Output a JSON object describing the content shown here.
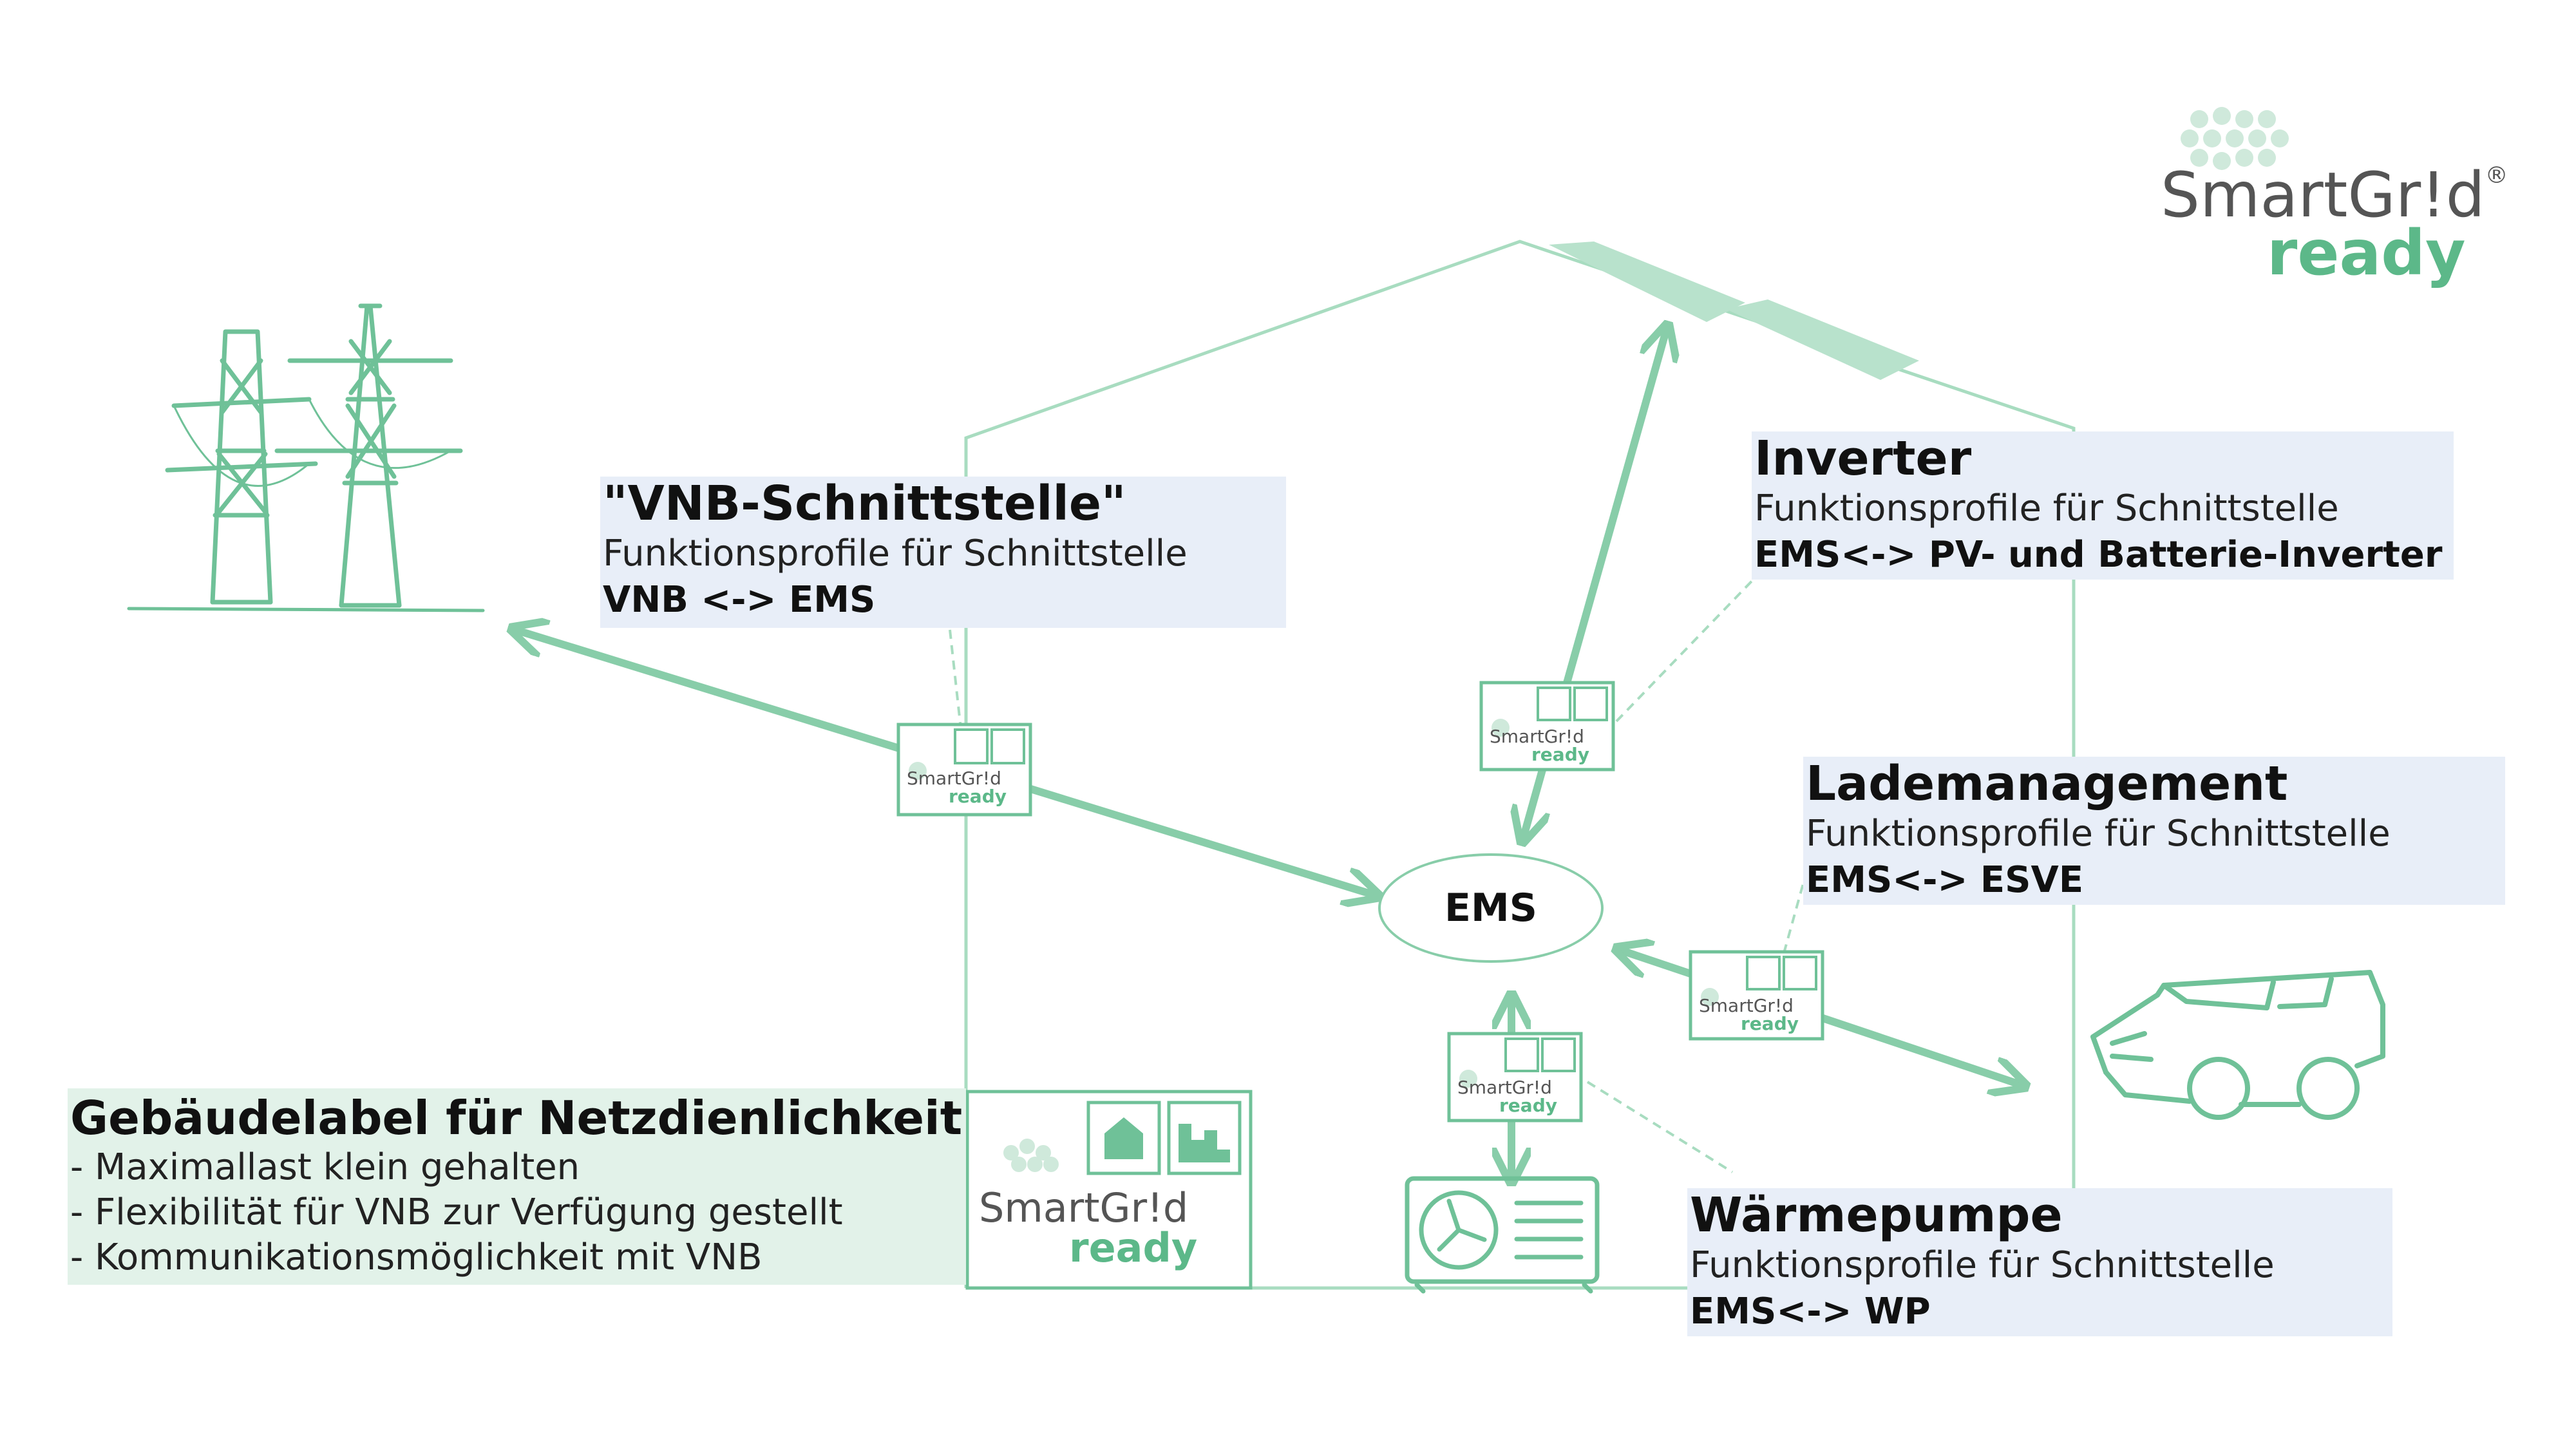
{
  "colors": {
    "accent": "#5cb889",
    "line": "#a8dcc0",
    "box_blue": "#e8eef8",
    "box_green": "#e2f2e9"
  },
  "logo": {
    "smartgrid": "SmartGr!d",
    "registered": "®",
    "ready": "ready"
  },
  "ems": {
    "label": "EMS"
  },
  "vnb": {
    "title": "\"VNB-Schnittstelle\"",
    "subtitle": "Funktionsprofile für Schnittstelle",
    "interface": "VNB <-> EMS"
  },
  "inverter": {
    "title": "Inverter",
    "subtitle": "Funktionsprofile für Schnittstelle",
    "interface": "EMS<-> PV- und Batterie-Inverter"
  },
  "lademanagement": {
    "title": "Lademanagement",
    "subtitle": "Funktionsprofile für Schnittstelle",
    "interface": "EMS<-> ESVE"
  },
  "waermepumpe": {
    "title": "Wärmepumpe",
    "subtitle": "Funktionsprofile für Schnittstelle",
    "interface": "EMS<-> WP"
  },
  "gebaeude": {
    "title": "Gebäudelabel für Netzdienlichkeit",
    "items": [
      "- Maximallast klein gehalten",
      "- Flexibilität für VNB zur Verfügung gestellt",
      "- Kommunikationsmöglichkeit mit VNB"
    ]
  },
  "icons": {
    "pylon": "power-pylon-icon",
    "solar": "solar-panel-icon",
    "car": "car-icon",
    "heatpump": "heat-pump-icon",
    "house": "house-icon",
    "industry": "industry-icon",
    "plug": "plug-icon",
    "arrows": "exchange-arrows-icon"
  }
}
